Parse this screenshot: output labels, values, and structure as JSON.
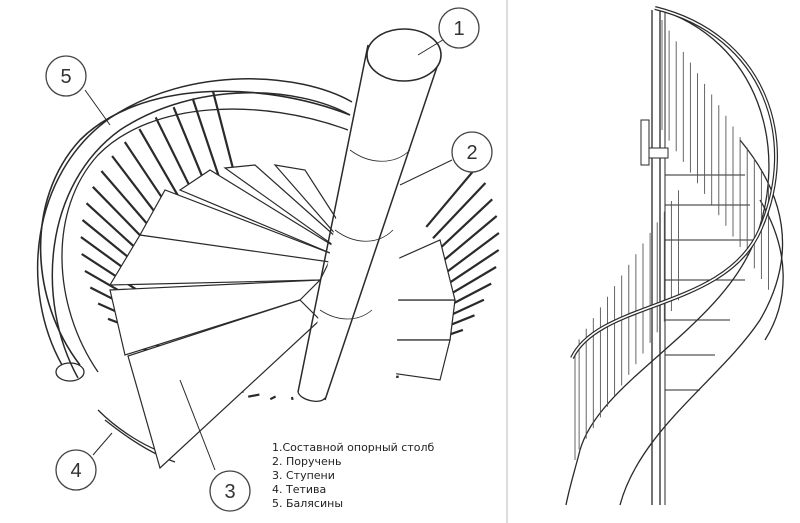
{
  "callouts": [
    {
      "number": "1",
      "part": "Составной опорный столб"
    },
    {
      "number": "2",
      "part": "Поручень"
    },
    {
      "number": "3",
      "part": "Ступени"
    },
    {
      "number": "4",
      "part": "Тетива"
    },
    {
      "number": "5",
      "part": "Балясины"
    }
  ],
  "legend": [
    "1.Составной опорный столб",
    "2. Поручень",
    "3. Ступени",
    "4. Тетива",
    "5. Балясины"
  ],
  "colors": {
    "ink": "#2a2a2a",
    "background": "#ffffff",
    "divider": "#bbbbbb"
  }
}
